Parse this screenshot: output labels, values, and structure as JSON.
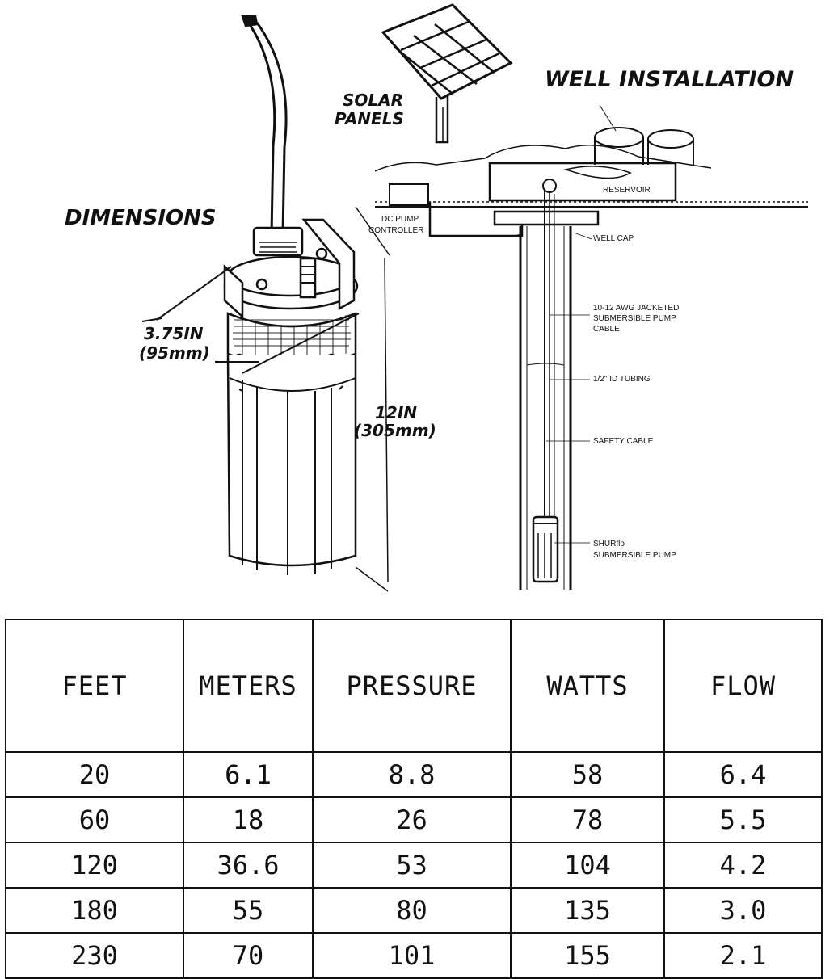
{
  "diagram": {
    "dimensions_title": "DIMENSIONS",
    "well_title": "WELL INSTALLATION",
    "solar_label_line1": "SOLAR",
    "solar_label_line2": "PANELS",
    "diameter_line1": "3.75IN",
    "diameter_line2": "(95mm)",
    "height_line1": "12IN",
    "height_line2": "(305mm)",
    "dc_controller_line1": "DC PUMP",
    "dc_controller_line2": "CONTROLLER",
    "reservoir": "RESERVOIR",
    "well_cap": "WELL CAP",
    "cable_line1": "10-12  AWG JACKETED",
    "cable_line2": "SUBMERSIBLE PUMP",
    "cable_line3": "CABLE",
    "tubing": "1/2\" ID TUBING",
    "safety_cable": "SAFETY CABLE",
    "pump_line1": "SHURflo",
    "pump_line2": "SUBMERSIBLE PUMP"
  },
  "table": {
    "headers": [
      "FEET",
      "METERS",
      "PRESSURE",
      "WATTS",
      "FLOW"
    ],
    "rows": [
      [
        "20",
        "6.1",
        "8.8",
        "58",
        "6.4"
      ],
      [
        "60",
        "18",
        "26",
        "78",
        "5.5"
      ],
      [
        "120",
        "36.6",
        "53",
        "104",
        "4.2"
      ],
      [
        "180",
        "55",
        "80",
        "135",
        "3.0"
      ],
      [
        "230",
        "70",
        "101",
        "155",
        "2.1"
      ]
    ]
  }
}
